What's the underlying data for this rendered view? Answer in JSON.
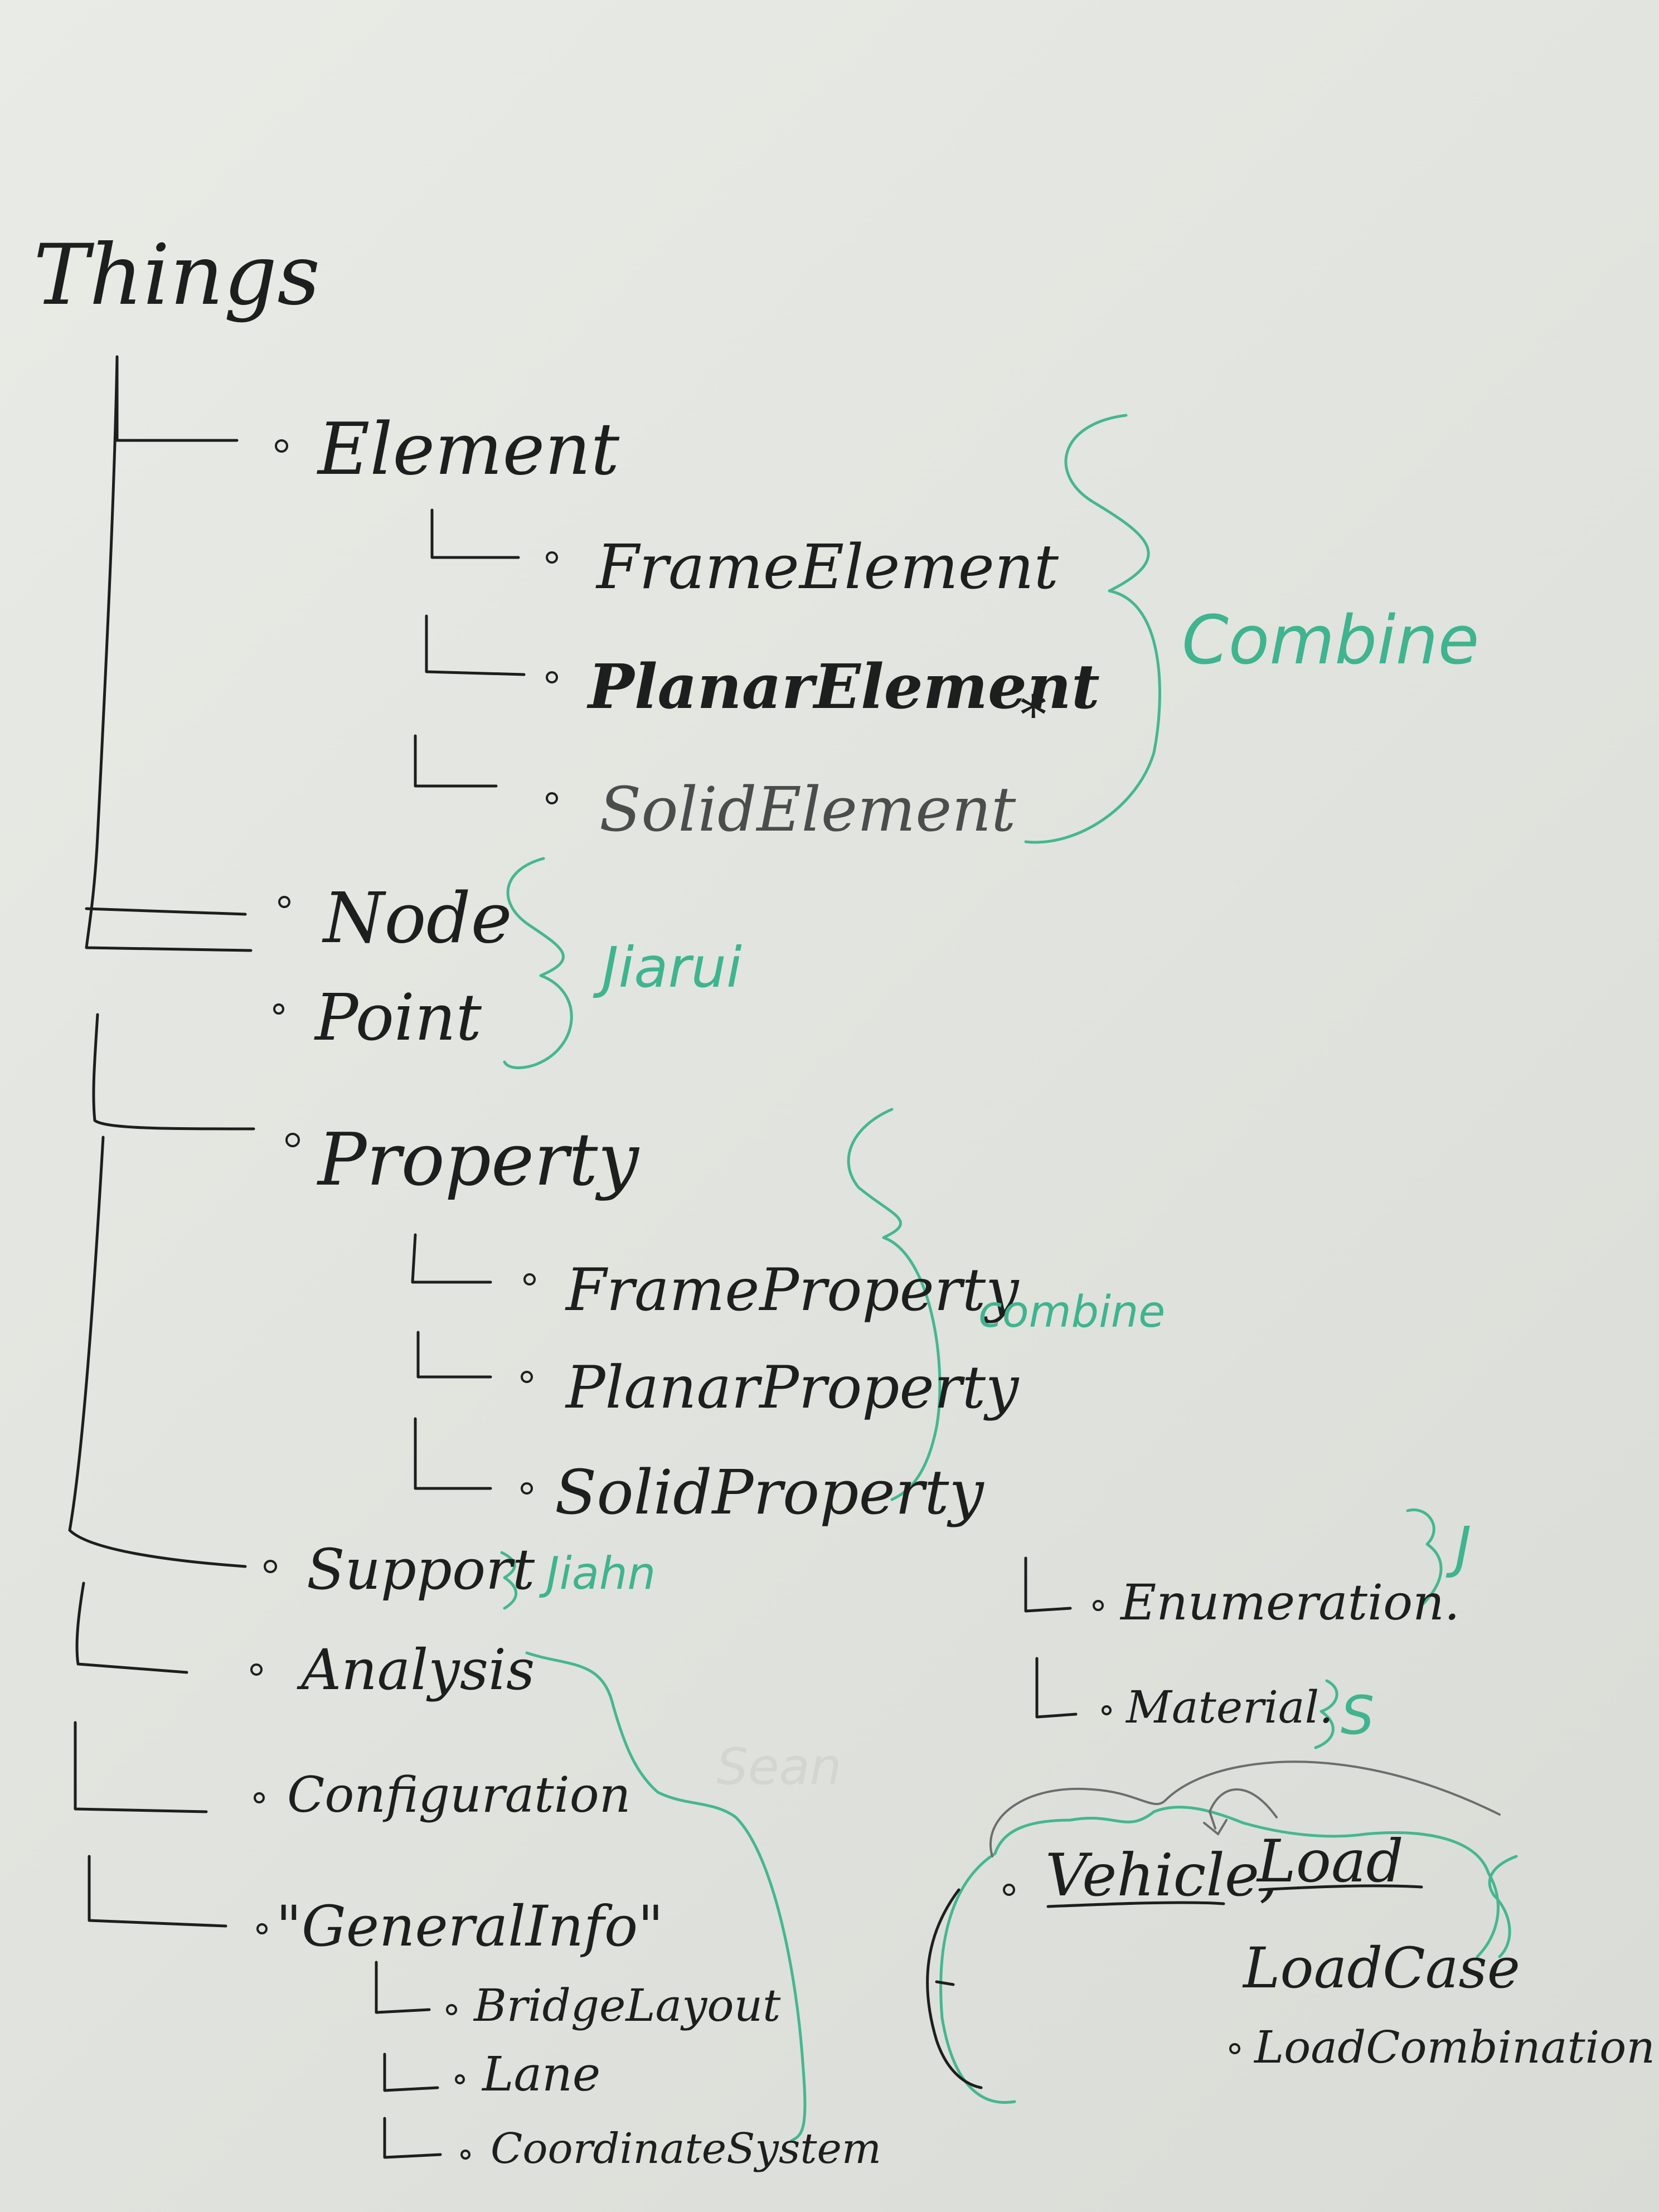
{
  "root": "Things",
  "items": {
    "element": "Element",
    "frame_element": "FrameElement",
    "planar_element": "PlanarElement",
    "planar_mark": "*",
    "solid_element": "SolidElement",
    "node": "Node",
    "point": "Point",
    "property": "Property",
    "frame_property": "FrameProperty",
    "planar_property": "PlanarProperty",
    "solid_property": "SolidProperty",
    "support": "Support",
    "analysis": "Analysis",
    "configuration": "Configuration",
    "general_info": "\"GeneralInfo\"",
    "bridge_layout": "BridgeLayout",
    "lane": "Lane",
    "coordinate_system": "CoordinateSystem",
    "enumeration": "Enumeration.",
    "material": "Material.",
    "vehicle": "Vehicle,",
    "load": "Load",
    "load_case": "LoadCase",
    "load_combination": "LoadCombination."
  },
  "annotations": {
    "combine_elements": "Combine",
    "jiarui": "Jiarui",
    "combine_properties": "combine",
    "support_owner": "Jiahn",
    "sean": "Sean",
    "enumeration_owner": "J",
    "material_owner": "S"
  },
  "colors": {
    "board": "#e4e6e1",
    "ink": "#1c1f1d",
    "marker_green": "#45b790"
  }
}
